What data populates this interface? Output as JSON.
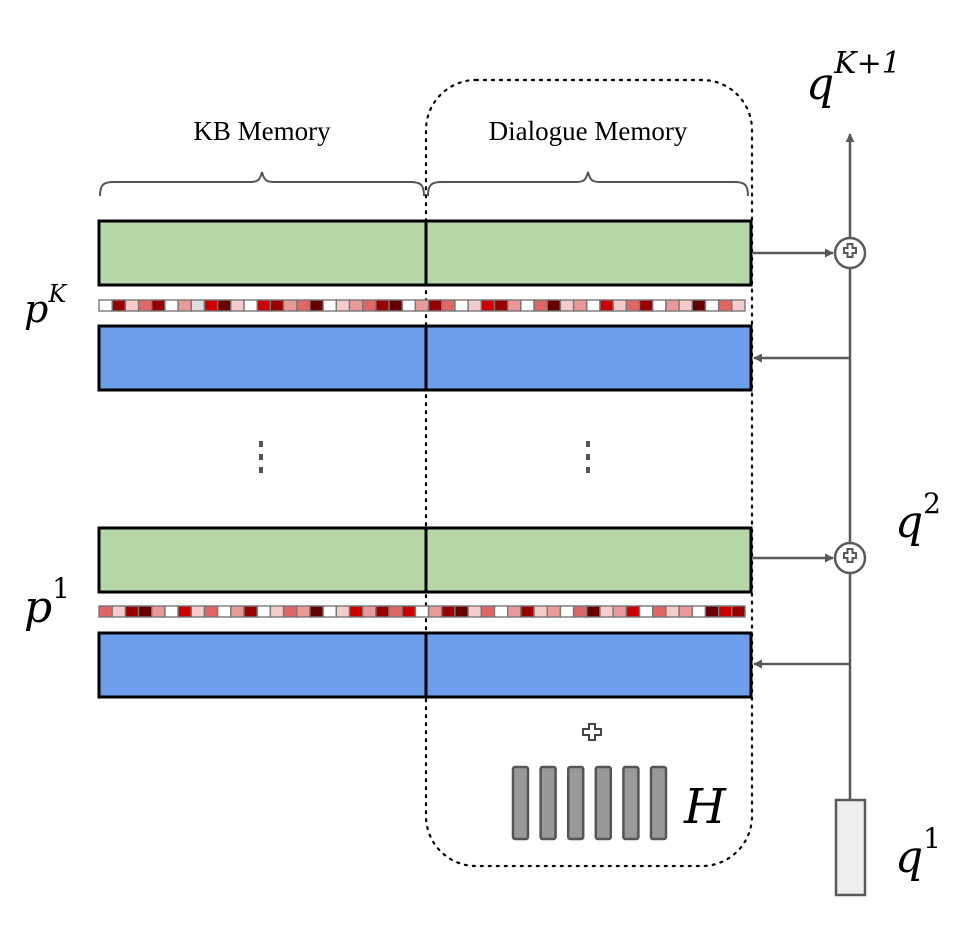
{
  "labels": {
    "kb_memory": "KB Memory",
    "dialogue_memory": "Dialogue Memory",
    "pK": {
      "base": "p",
      "sup": "K"
    },
    "p1": {
      "base": "p",
      "sup": "1"
    },
    "qK1": {
      "base": "q",
      "sup": "K+1"
    },
    "q2": {
      "base": "q",
      "sup": "2"
    },
    "q1": {
      "base": "q",
      "sup": "1"
    },
    "H": "H"
  },
  "colors": {
    "output_memory": "#b6d7a8",
    "input_memory": "#6d9eeb",
    "border": "#000000",
    "arrow": "#595959",
    "history_bar": "#999999",
    "query_box": "#eeeeee",
    "attention_cells": [
      "#ffffff",
      "#f4cccc",
      "#ea9999",
      "#e06666",
      "#cc0000",
      "#990000",
      "#660000",
      "#dddddd"
    ]
  },
  "attention": {
    "top": [
      0,
      5,
      1,
      3,
      5,
      0,
      2,
      7,
      4,
      6,
      1,
      0,
      4,
      5,
      2,
      3,
      6,
      0,
      1,
      2,
      3,
      5,
      6,
      0,
      2,
      5,
      3,
      0,
      1,
      4,
      5,
      2,
      0,
      3,
      6,
      1,
      2,
      0,
      4,
      1,
      3,
      5,
      0,
      2,
      1,
      6,
      0,
      3,
      1
    ],
    "bottom": [
      3,
      1,
      5,
      6,
      2,
      0,
      4,
      1,
      3,
      0,
      2,
      5,
      0,
      1,
      3,
      2,
      6,
      0,
      1,
      4,
      2,
      5,
      3,
      4,
      0,
      2,
      5,
      6,
      1,
      3,
      0,
      2,
      5,
      1,
      2,
      0,
      3,
      6,
      1,
      2,
      4,
      0,
      3,
      1,
      2,
      0,
      6,
      4,
      5
    ]
  },
  "history_bar_count": 6
}
